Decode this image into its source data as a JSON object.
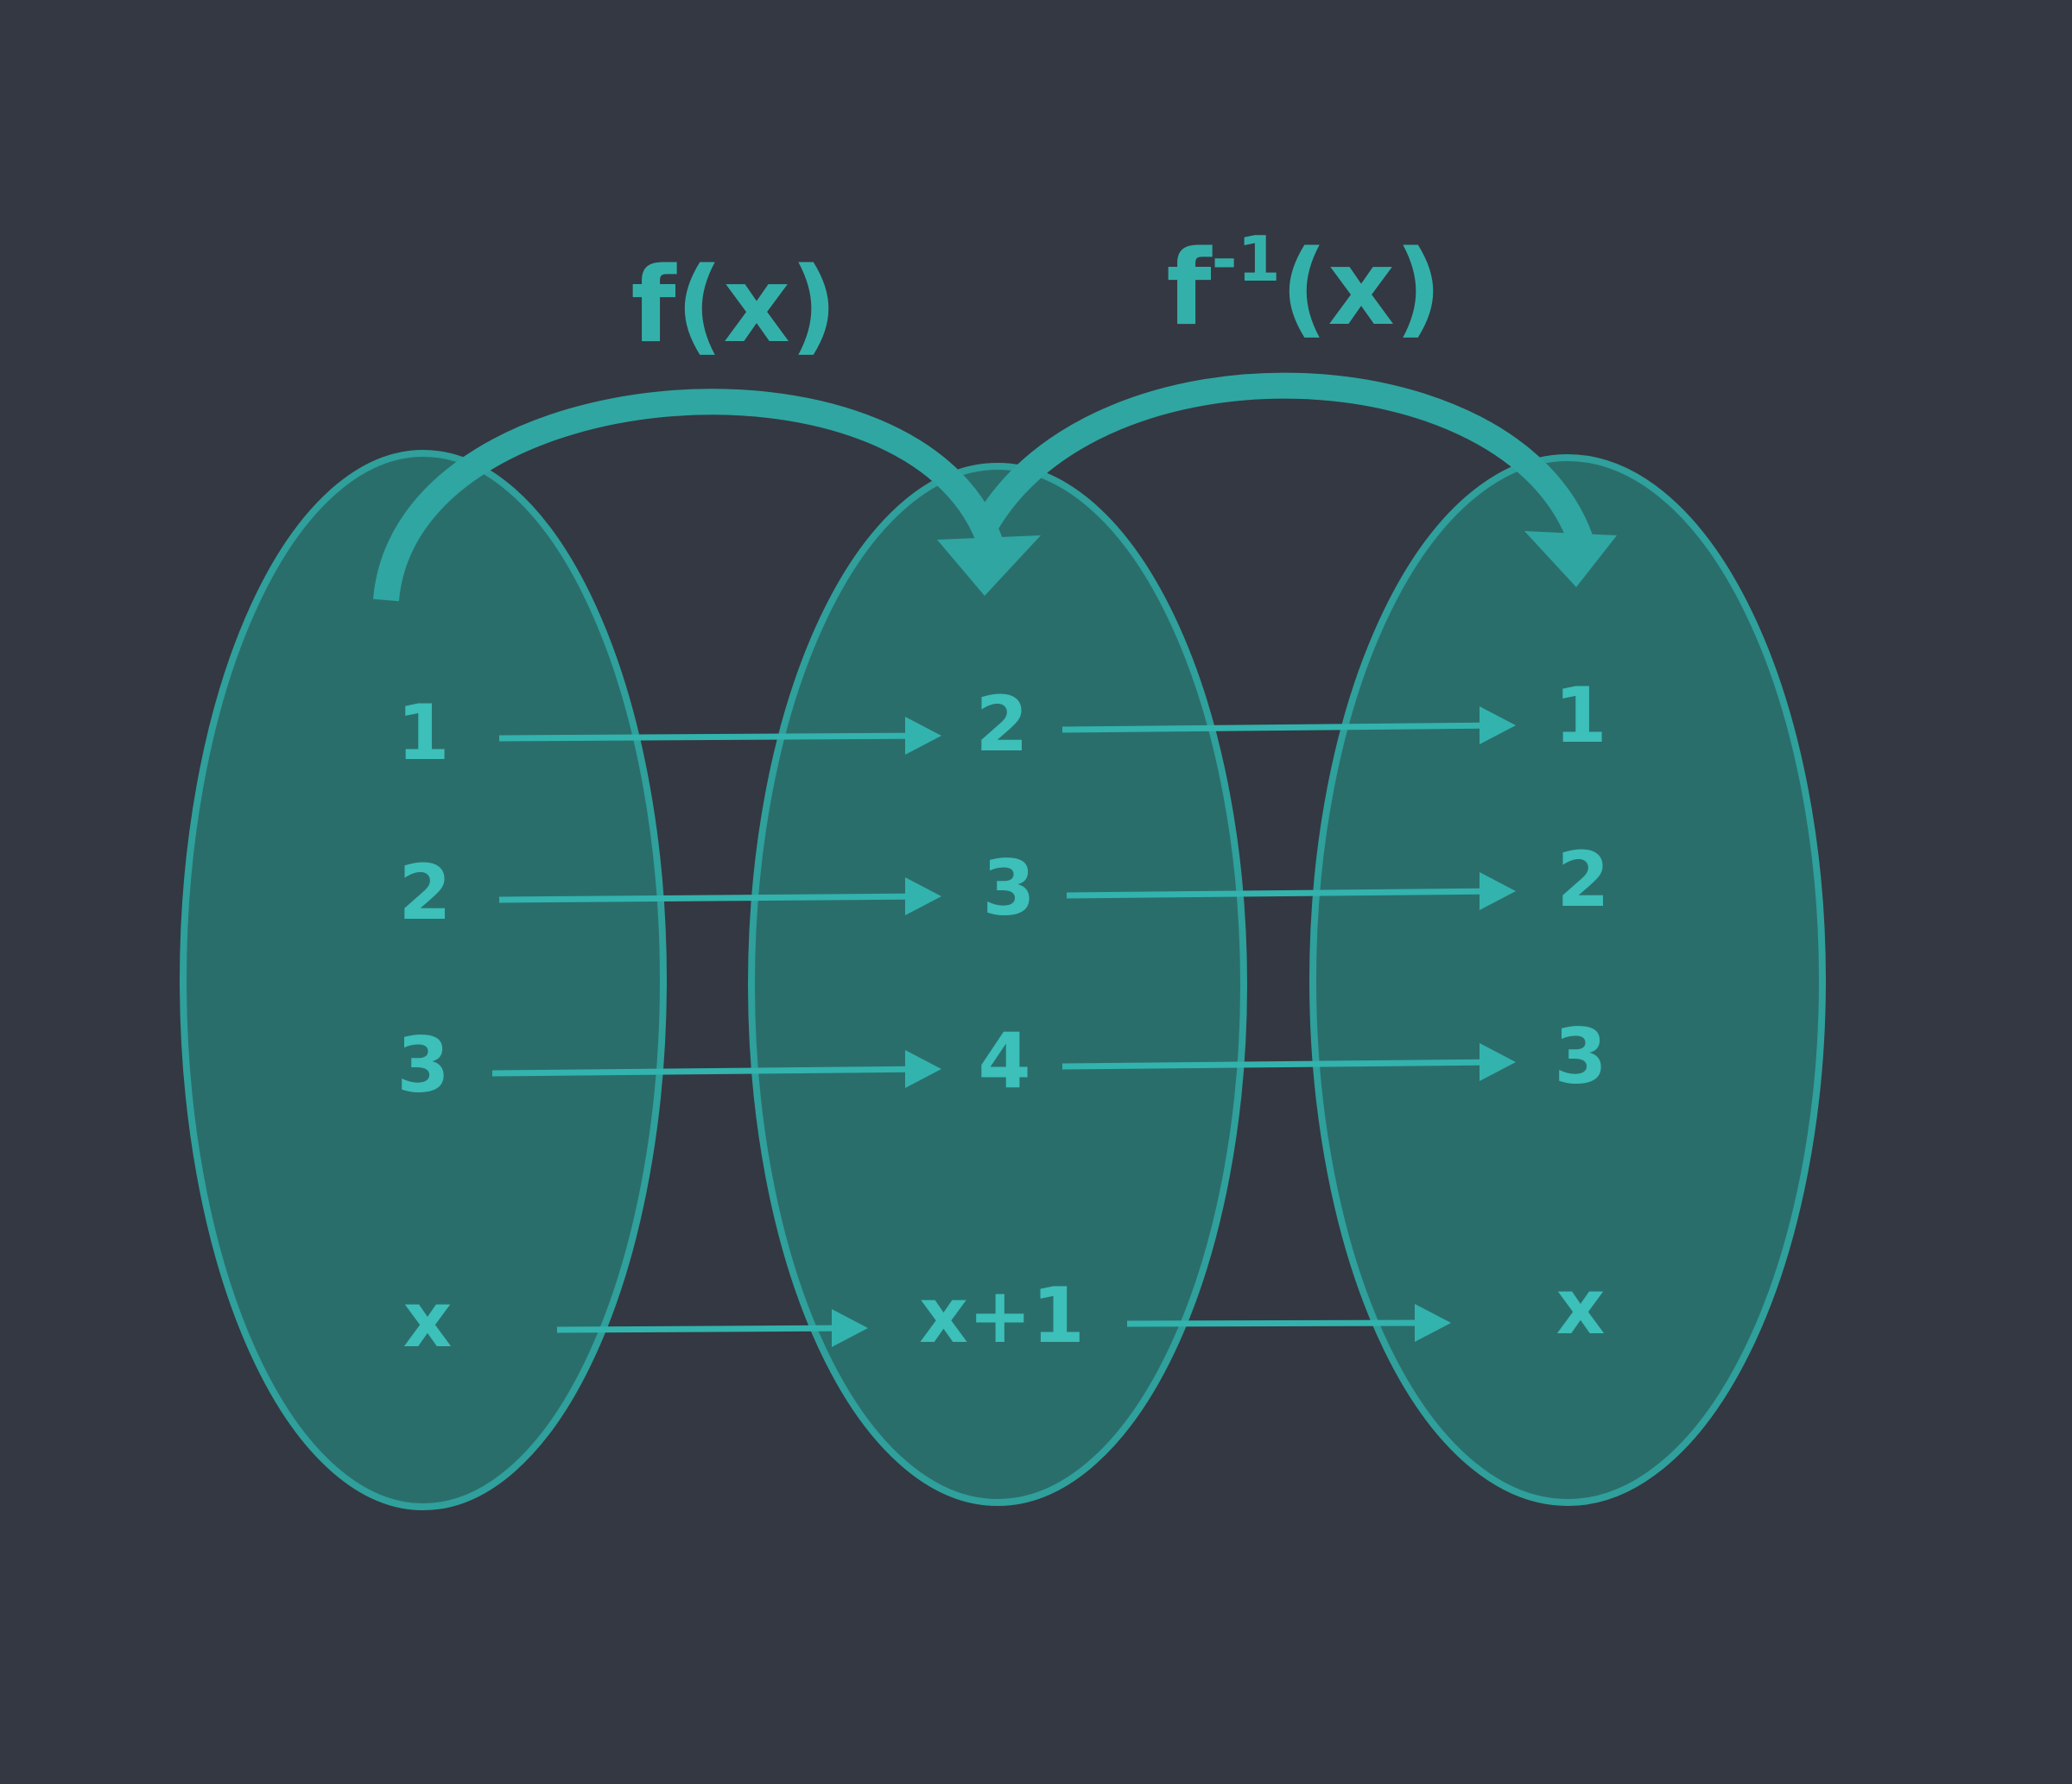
{
  "labels": {
    "f": "f(x)",
    "f_inv_base": "f",
    "f_inv_sup": "-1",
    "f_inv_arg": "(x)"
  },
  "sets": {
    "domain": [
      "1",
      "2",
      "3",
      "x"
    ],
    "range": [
      "2",
      "3",
      "4",
      "x+1"
    ],
    "inverse_range": [
      "1",
      "2",
      "3",
      "x"
    ]
  },
  "colors": {
    "background": "#343842",
    "ellipse_fill": "#2a6e6c",
    "accent": "#33b3ad"
  }
}
